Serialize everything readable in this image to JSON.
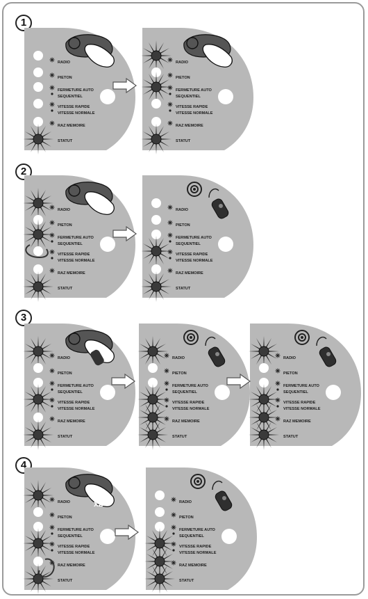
{
  "labels": {
    "radio": "RADIO",
    "pieton": "PIETON",
    "fermeture_auto": "FERMETURE AUTO",
    "sequentiel": "SEQUENTIEL",
    "vitesse_rapide": "VITESSE RAPIDE",
    "vitesse_normale": "VITESSE NORMALE",
    "raz_memoire": "RAZ MEMOIRE",
    "statut": "STATUT"
  },
  "steps": [
    {
      "number": "1"
    },
    {
      "number": "2"
    },
    {
      "number": "3"
    },
    {
      "number": "4"
    }
  ],
  "multiplier": "x2",
  "colors": {
    "panel": "#b8b8b8",
    "led_off": "#ffffff",
    "led_on": "#2b2b2b",
    "frame": "#9a9a9a"
  }
}
